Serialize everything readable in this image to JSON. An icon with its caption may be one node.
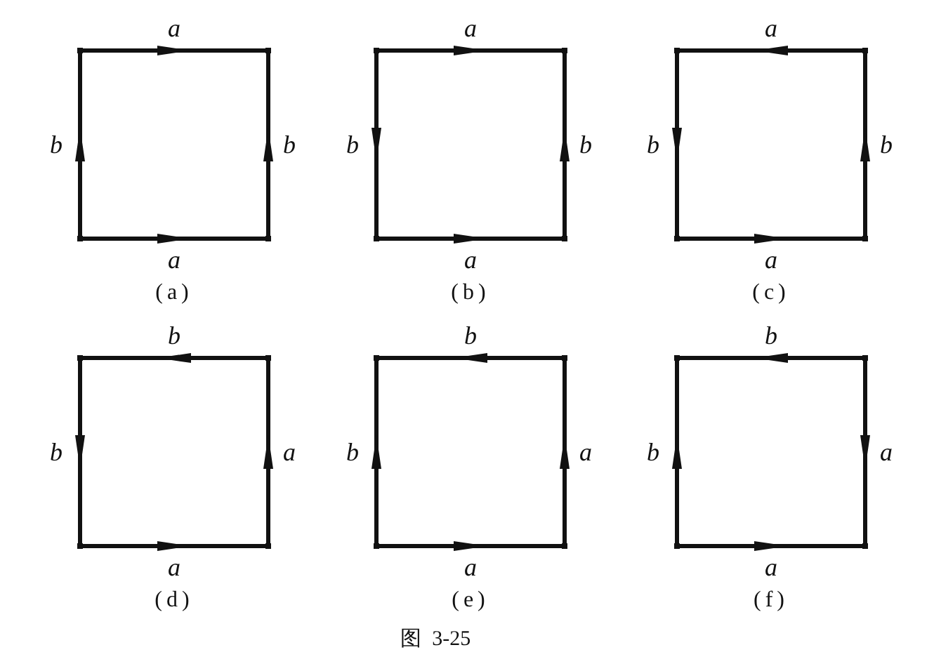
{
  "diagram": {
    "caption": "图 3-25",
    "nodes": [
      {
        "text": [],
        "shape": "point"
      },
      {
        "text": [],
        "shape": "point"
      },
      {
        "text": [],
        "shape": "point"
      },
      {
        "text": [],
        "shape": "point"
      },
      {
        "text": [],
        "shape": "point"
      },
      {
        "text": [],
        "shape": "point"
      },
      {
        "text": [],
        "shape": "point"
      },
      {
        "text": [],
        "shape": "point"
      },
      {
        "text": [],
        "shape": "point"
      },
      {
        "text": [],
        "shape": "point"
      },
      {
        "text": [],
        "shape": "point"
      },
      {
        "text": [],
        "shape": "point"
      },
      {
        "text": [],
        "shape": "point"
      },
      {
        "text": [],
        "shape": "point"
      },
      {
        "text": [],
        "shape": "point"
      },
      {
        "text": [],
        "shape": "point"
      },
      {
        "text": [],
        "shape": "point"
      },
      {
        "text": [],
        "shape": "point"
      },
      {
        "text": [],
        "shape": "point"
      },
      {
        "text": [],
        "shape": "point"
      },
      {
        "text": [],
        "shape": "point"
      },
      {
        "text": [],
        "shape": "point"
      },
      {
        "text": [],
        "shape": "point"
      },
      {
        "text": [],
        "shape": "point"
      }
    ],
    "edges": [
      {
        "from": 0,
        "to": 1,
        "arrow": "to",
        "label": "a"
      },
      {
        "from": 2,
        "to": 0,
        "arrow": "to",
        "label": "b"
      },
      {
        "from": 3,
        "to": 1,
        "arrow": "to",
        "label": "b"
      },
      {
        "from": 2,
        "to": 3,
        "arrow": "to",
        "label": "a"
      },
      {
        "from": 4,
        "to": 5,
        "arrow": "to",
        "label": "a"
      },
      {
        "from": 4,
        "to": 6,
        "arrow": "to",
        "label": "b"
      },
      {
        "from": 7,
        "to": 5,
        "arrow": "to",
        "label": "b"
      },
      {
        "from": 6,
        "to": 7,
        "arrow": "to",
        "label": "a"
      },
      {
        "from": 9,
        "to": 8,
        "arrow": "to",
        "label": "a"
      },
      {
        "from": 8,
        "to": 10,
        "arrow": "to",
        "label": "b"
      },
      {
        "from": 11,
        "to": 9,
        "arrow": "to",
        "label": "b"
      },
      {
        "from": 10,
        "to": 11,
        "arrow": "to",
        "label": "a"
      },
      {
        "from": 13,
        "to": 12,
        "arrow": "to",
        "label": "b"
      },
      {
        "from": 12,
        "to": 14,
        "arrow": "to",
        "label": "b"
      },
      {
        "from": 15,
        "to": 13,
        "arrow": "to",
        "label": "a"
      },
      {
        "from": 14,
        "to": 15,
        "arrow": "to",
        "label": "a"
      },
      {
        "from": 17,
        "to": 16,
        "arrow": "to",
        "label": "b"
      },
      {
        "from": 18,
        "to": 16,
        "arrow": "to",
        "label": "b"
      },
      {
        "from": 19,
        "to": 17,
        "arrow": "to",
        "label": "a"
      },
      {
        "from": 18,
        "to": 19,
        "arrow": "to",
        "label": "a"
      },
      {
        "from": 21,
        "to": 20,
        "arrow": "to",
        "label": "b"
      },
      {
        "from": 22,
        "to": 20,
        "arrow": "to",
        "label": "b"
      },
      {
        "from": 21,
        "to": 23,
        "arrow": "to",
        "label": "a"
      },
      {
        "from": 22,
        "to": 23,
        "arrow": "to",
        "label": "a"
      }
    ],
    "labels": [
      "(a)",
      "(b)",
      "(c)",
      "(d)",
      "(e)",
      "(f)"
    ]
  }
}
